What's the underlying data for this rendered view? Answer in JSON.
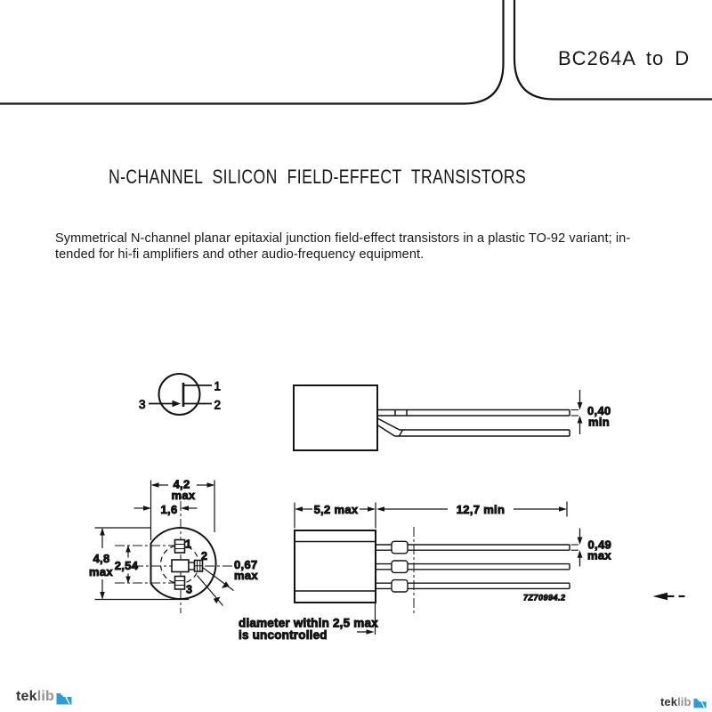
{
  "header": {
    "part_range": "BC264A to D"
  },
  "title": "N-CHANNEL SILICON FIELD-EFFECT TRANSISTORS",
  "description": {
    "line1": "Symmetrical N-channel planar epitaxial junction field-effect transistors in a plastic TO-92 variant; in-",
    "line2": "tended for hi-fi amplifiers and other audio-frequency equipment."
  },
  "symbol": {
    "pin1": "1",
    "pin2": "2",
    "pin3": "3"
  },
  "top_view": {
    "lead_thickness_value": "0,40",
    "lead_thickness_qual": "min"
  },
  "bottom_view": {
    "body_width_value": "4,2",
    "body_width_qual": "max",
    "flat_offset": "1,6",
    "body_diameter_value": "4,8",
    "body_diameter_qual": "max",
    "lead_pitch": "2,54",
    "tab_width_value": "0,67",
    "tab_width_qual": "max",
    "pin1": "1",
    "pin2": "2",
    "pin3": "3"
  },
  "side_view": {
    "body_width": "5,2 max",
    "lead_length": "12,7 min",
    "lead_width_value": "0,49",
    "lead_width_qual": "max",
    "drawing_code": "7Z70994.2",
    "note_line1": "diameter  within 2,5 max",
    "note_line2": "is uncontrolled"
  },
  "footer": {
    "brand_bold": "tek",
    "brand_light": "lib"
  },
  "colors": {
    "ink": "#141414",
    "logo_blue": "#2b9cd8",
    "logo_dark": "#333333",
    "logo_gray": "#929292"
  }
}
